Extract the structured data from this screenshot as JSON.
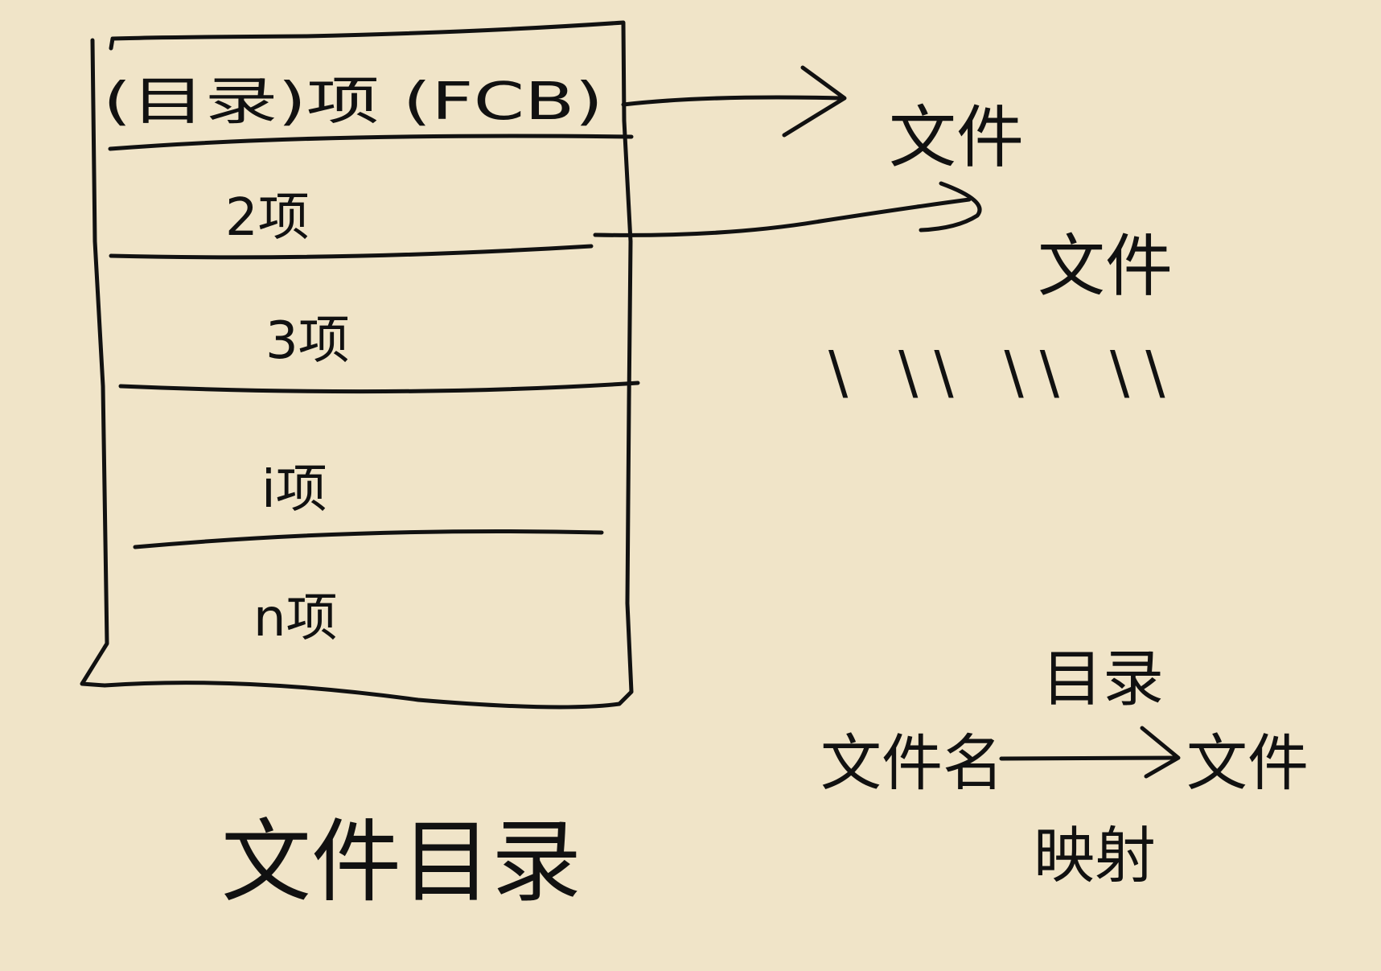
{
  "directory": {
    "rows": [
      {
        "label": "(目录)项 (FCB)"
      },
      {
        "label": "2项"
      },
      {
        "label": "3项"
      },
      {
        "label": "i项"
      },
      {
        "label": "n项"
      }
    ],
    "caption": "文件目录"
  },
  "targets": [
    {
      "label": "文件"
    },
    {
      "label": "文件"
    }
  ],
  "ellipsis": "\\ \\\\ \\\\ \\\\",
  "mapping": {
    "source": "文件名",
    "relation_top": "目录",
    "relation_bottom": "映射",
    "target": "文件"
  }
}
